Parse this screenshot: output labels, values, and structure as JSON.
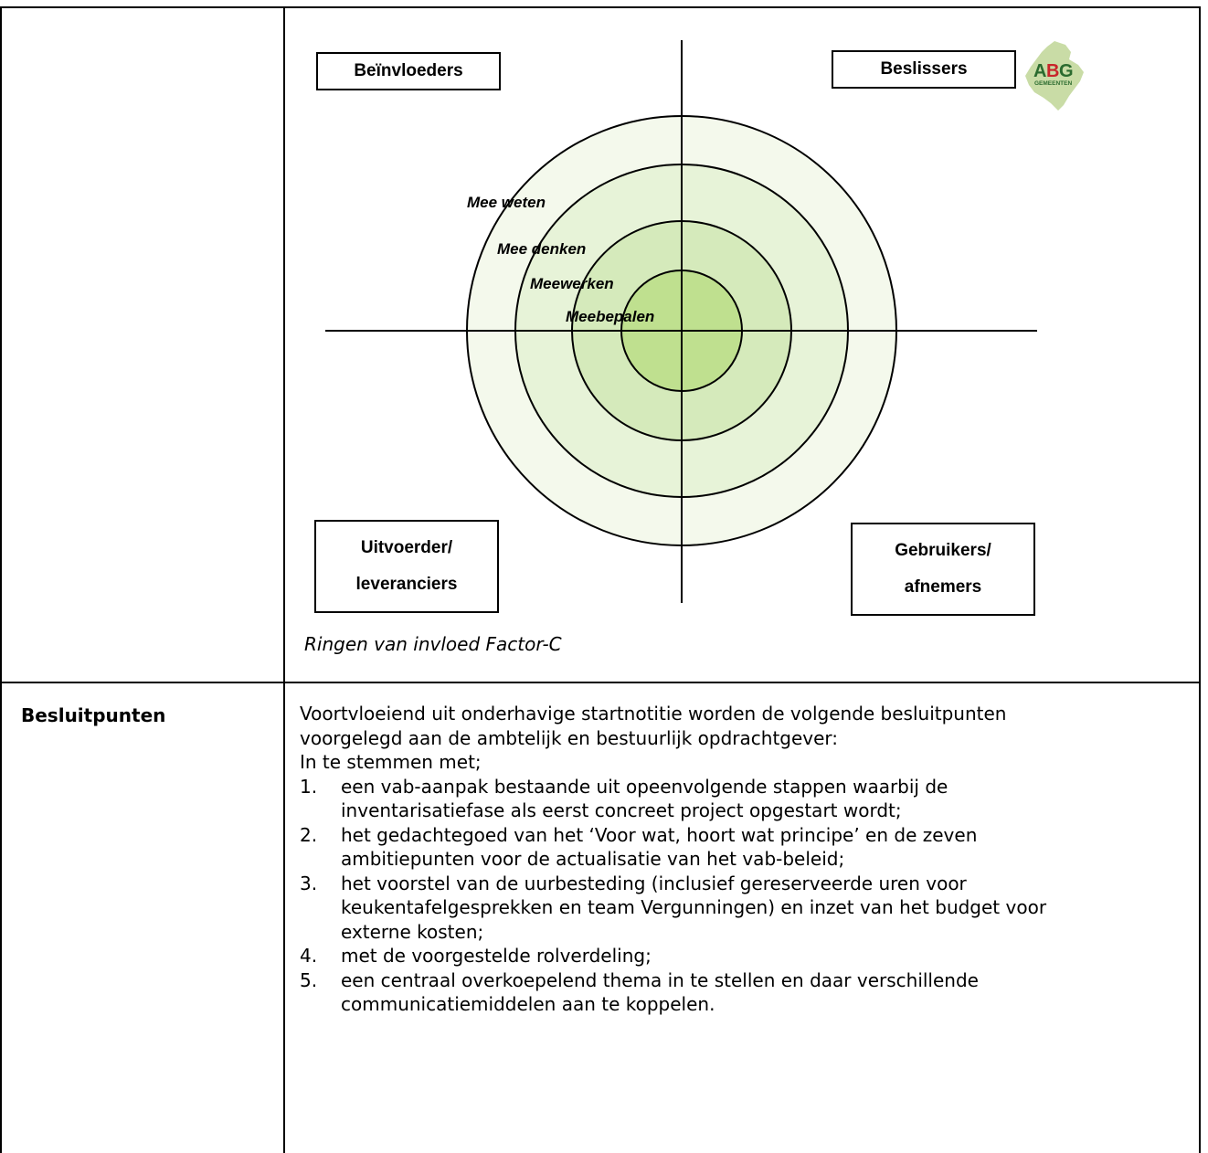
{
  "diagram": {
    "quadrants": {
      "top_left": "Beïnvloeders",
      "top_right": "Beslissers",
      "bottom_left_line1": "Uitvoerder/",
      "bottom_left_line2": "leveranciers",
      "bottom_right_line1": "Gebruikers/",
      "bottom_right_line2": "afnemers"
    },
    "rings": [
      "Mee weten",
      "Mee denken",
      "Meewerken",
      "Meebepalen"
    ],
    "ring_colors": [
      "#f4f9ec",
      "#e7f3d8",
      "#d5eabb",
      "#bfe08f"
    ],
    "logo": {
      "text": "ABG",
      "subtext": "GEMEENTEN",
      "colors": [
        "#2b6b2f",
        "#c8262b",
        "#2b6b2f"
      ]
    },
    "caption": "Ringen van invloed Factor-C"
  },
  "row": {
    "label": "Besluitpunten",
    "intro_1": "Voortvloeiend uit onderhavige startnotitie worden de volgende besluitpunten",
    "intro_2": "voorgelegd aan de ambtelijk en bestuurlijk opdrachtgever:",
    "intro_3": "In te stemmen met;",
    "items": [
      {
        "num": "1.",
        "lines": [
          "een vab-aanpak bestaande uit opeenvolgende stappen waarbij de",
          "inventarisatiefase als eerst concreet project opgestart wordt;"
        ]
      },
      {
        "num": "2.",
        "lines": [
          "het gedachtegoed van het ‘Voor wat, hoort wat principe’ en de zeven",
          "ambitiepunten voor de actualisatie van het vab-beleid;"
        ]
      },
      {
        "num": "3.",
        "lines": [
          "het voorstel van de uurbesteding (inclusief gereserveerde uren voor",
          "keukentafelgesprekken en team Vergunningen) en inzet van het budget voor",
          "externe kosten;"
        ]
      },
      {
        "num": "4.",
        "lines": [
          "met de voorgestelde rolverdeling;"
        ]
      },
      {
        "num": "5.",
        "lines": [
          "een centraal overkoepelend thema in te stellen en daar verschillende",
          "communicatiemiddelen aan te koppelen."
        ]
      }
    ]
  }
}
